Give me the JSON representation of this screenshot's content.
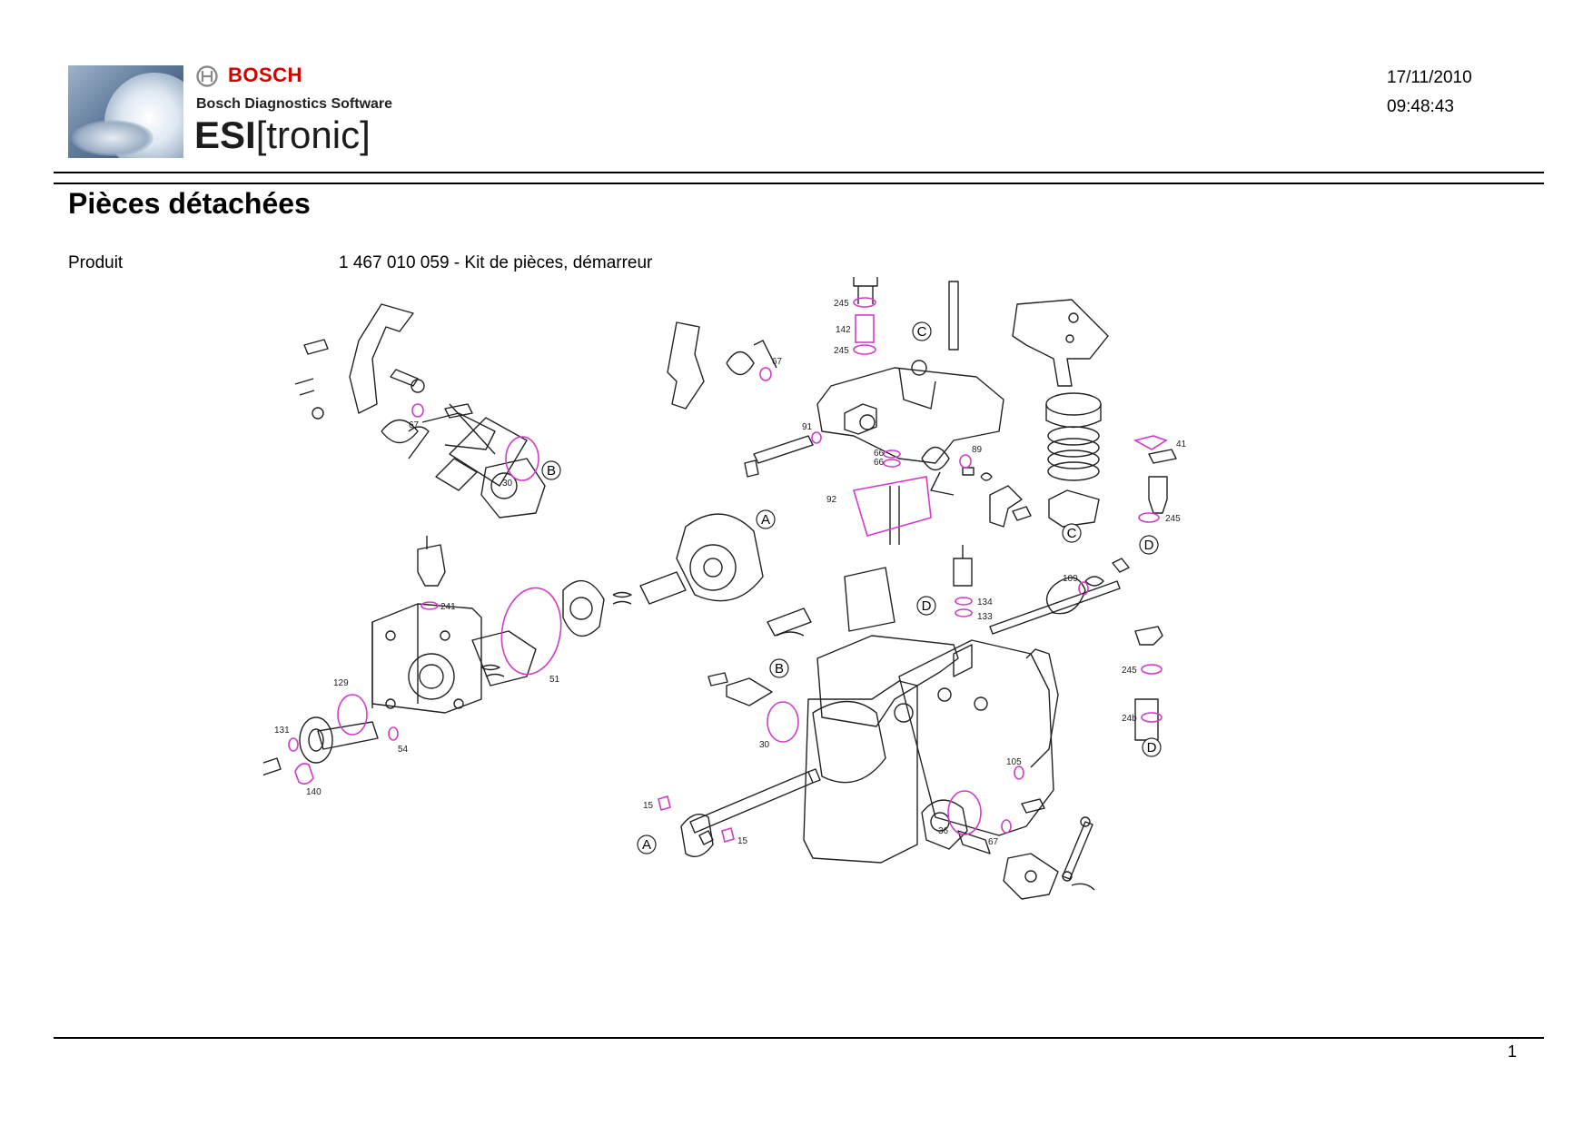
{
  "header": {
    "brand": "BOSCH",
    "software_line": "Bosch Diagnostics Software",
    "product_strong": "ESI",
    "product_bracket": "[tronic]",
    "date": "17/11/2010",
    "time": "09:48:43"
  },
  "page": {
    "title": "Pièces détachées",
    "product_label": "Produit",
    "product_value": "1 467 010 059 - Kit de pièces, démarreur",
    "page_number": "1"
  },
  "diagram": {
    "highlight_color": "#d23bc9",
    "callouts": [
      "A",
      "A",
      "B",
      "B",
      "C",
      "C",
      "D",
      "D",
      "D"
    ],
    "part_numbers": [
      "245",
      "142",
      "245",
      "67",
      "67",
      "30",
      "91",
      "66",
      "66",
      "89",
      "92",
      "41",
      "245",
      "241",
      "51",
      "129",
      "131",
      "54",
      "140",
      "30",
      "134",
      "133",
      "109",
      "245",
      "24b",
      "105",
      "36",
      "67",
      "15",
      "15"
    ]
  }
}
